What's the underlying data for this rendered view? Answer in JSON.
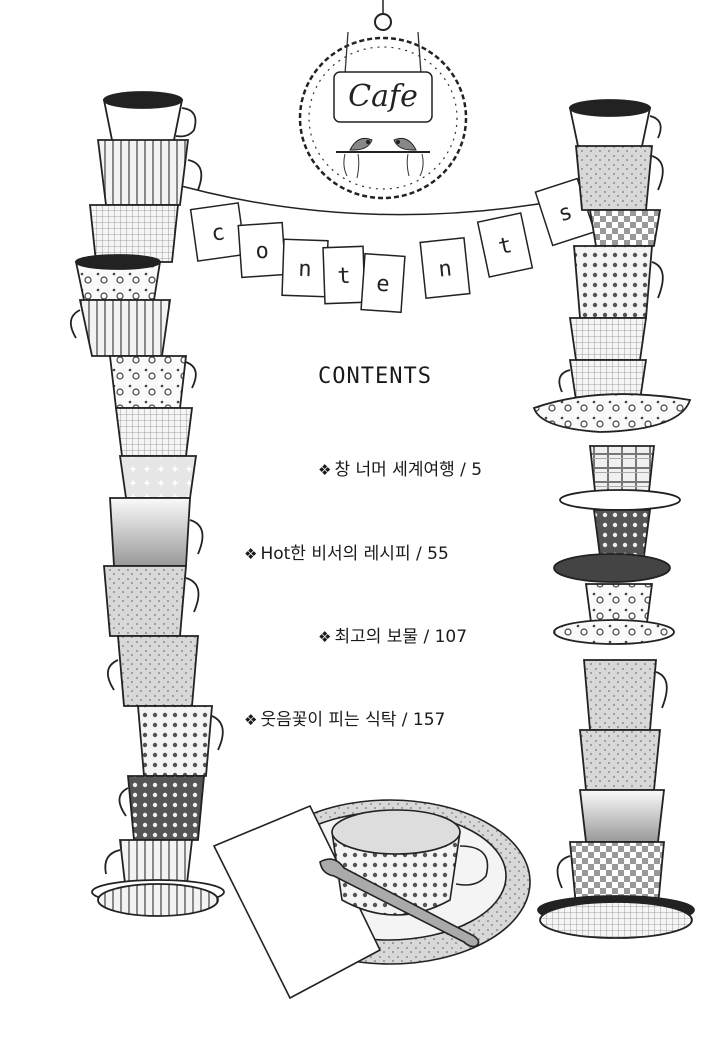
{
  "wreath": {
    "sign_text": "Cafe"
  },
  "banner": {
    "letters": [
      "c",
      "o",
      "n",
      "t",
      "e",
      "n",
      "t",
      "s"
    ]
  },
  "heading": "CONTENTS",
  "toc": [
    {
      "bullet": "❖",
      "title": "창 너머 세계여행",
      "page": "/ 5"
    },
    {
      "bullet": "❖",
      "title": "Hot한 비서의 레시피",
      "page": "/ 55"
    },
    {
      "bullet": "❖",
      "title": "최고의 보물",
      "page": "/ 107"
    },
    {
      "bullet": "❖",
      "title": "웃음꽃이 피는 식탁",
      "page": "/ 157"
    }
  ],
  "icons": [
    "teacup-icon",
    "saucer-icon",
    "wreath-icon",
    "bird-icon",
    "spoon-icon",
    "tag-icon"
  ]
}
